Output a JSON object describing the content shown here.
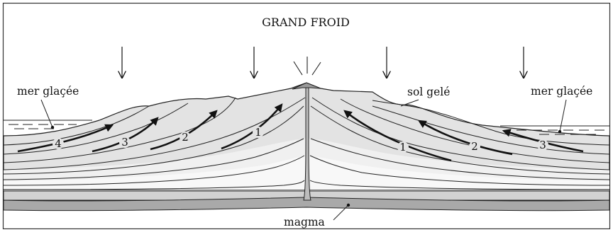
{
  "title": "GRAND FROID",
  "labels": {
    "sea_left": "mer glaçée",
    "sea_right": "mer glaçée",
    "frozen_ground": "sol gelé",
    "magma": "magma"
  },
  "arrow_numbers_left": [
    "4",
    "3",
    "2",
    "1"
  ],
  "arrow_numbers_right": [
    "1",
    "2",
    "3"
  ],
  "colors": {
    "ice_outer": "#e3e3e3",
    "ice_inner": "#eeeeee",
    "ice_deep": "#f7f7f7",
    "bedrock": "#c9c9c9",
    "magma": "#a9a9a9",
    "outline": "#222222"
  }
}
